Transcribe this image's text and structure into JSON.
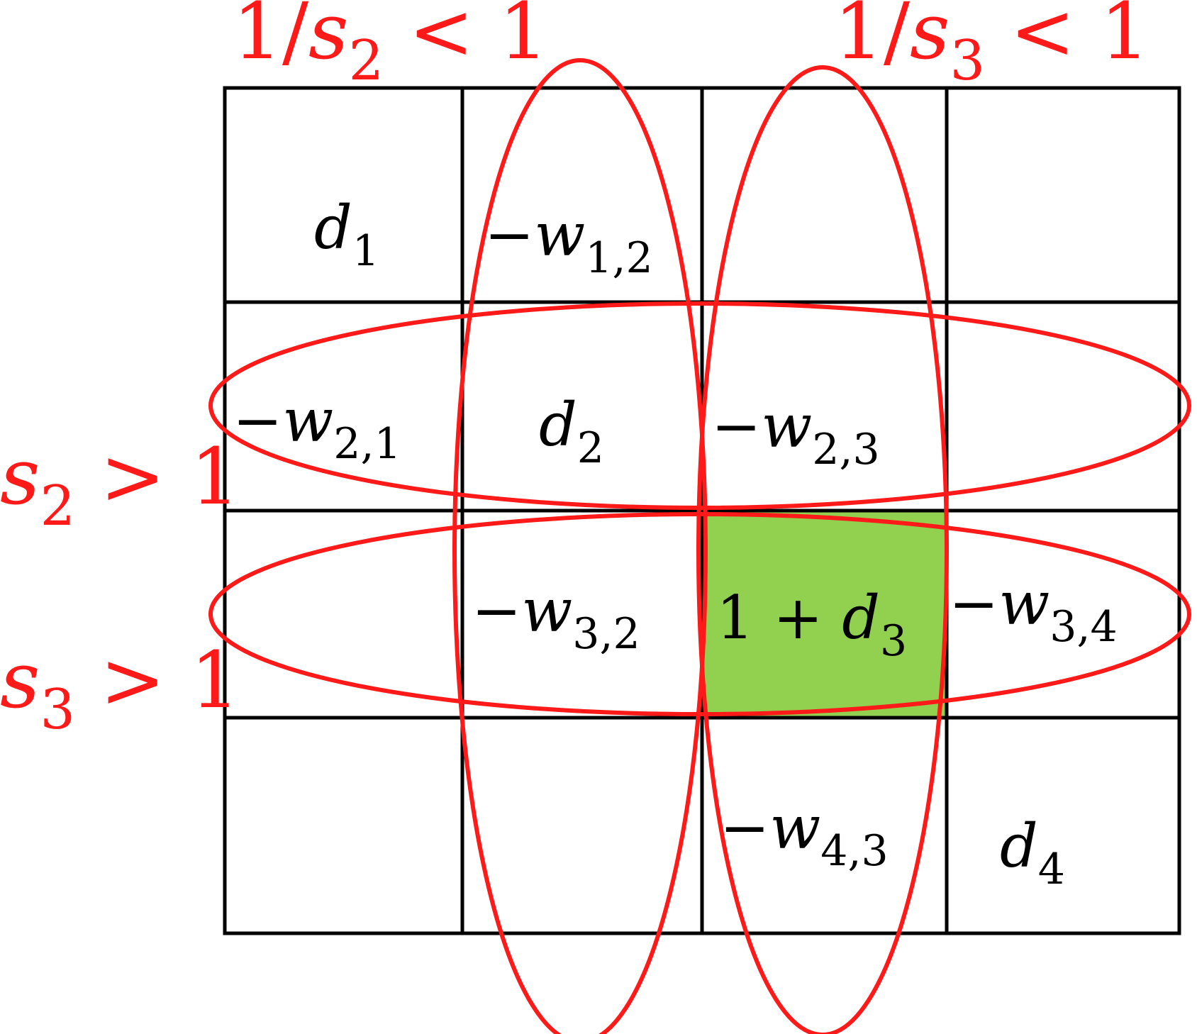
{
  "colors": {
    "grid": "#000000",
    "annotation": "#ff1a1a",
    "highlight_cell": "#92d050"
  },
  "labels": {
    "top_left": {
      "prefix": "1/",
      "var": "s",
      "sub": "2",
      "rel": " < 1"
    },
    "top_right": {
      "prefix": "1/",
      "var": "s",
      "sub": "3",
      "rel": " < 1"
    },
    "left_row2": {
      "var": "s",
      "sub": "2",
      "rel": " > 1"
    },
    "left_row3": {
      "var": "s",
      "sub": "3",
      "rel": " > 1"
    }
  },
  "matrix": {
    "cells": [
      {
        "row": 1,
        "col": 1,
        "prefix": "",
        "var": "d",
        "sub": "1"
      },
      {
        "row": 1,
        "col": 2,
        "prefix": "−",
        "var": "w",
        "sub": "1,2"
      },
      {
        "row": 2,
        "col": 1,
        "prefix": "−",
        "var": "w",
        "sub": "2,1"
      },
      {
        "row": 2,
        "col": 2,
        "prefix": "",
        "var": "d",
        "sub": "2"
      },
      {
        "row": 2,
        "col": 3,
        "prefix": "−",
        "var": "w",
        "sub": "2,3"
      },
      {
        "row": 3,
        "col": 2,
        "prefix": "−",
        "var": "w",
        "sub": "3,2"
      },
      {
        "row": 3,
        "col": 3,
        "prefix": "1 + ",
        "var": "d",
        "sub": "3",
        "highlight": true
      },
      {
        "row": 3,
        "col": 4,
        "prefix": "−",
        "var": "w",
        "sub": "3,4"
      },
      {
        "row": 4,
        "col": 3,
        "prefix": "−",
        "var": "w",
        "sub": "4,3"
      },
      {
        "row": 4,
        "col": 4,
        "prefix": "",
        "var": "d",
        "sub": "4"
      }
    ]
  }
}
